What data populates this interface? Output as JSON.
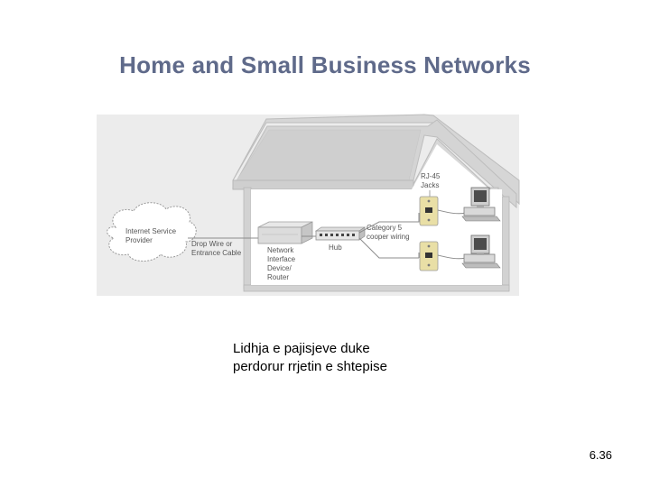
{
  "slide": {
    "title": "Home and Small Business Networks",
    "caption_line1": "Lidhja e pajisjeve duke",
    "caption_line2": "perdorur rrjetin e shtepise",
    "page_number": "6.36"
  },
  "diagram": {
    "isp_line1": "Internet Service",
    "isp_line2": "Provider",
    "drop_line1": "Drop Wire or",
    "drop_line2": "Entrance Cable",
    "nid_line1": "Network",
    "nid_line2": "Interface",
    "nid_line3": "Device/",
    "nid_line4": "Router",
    "hub_label": "Hub",
    "cat5_line1": "Category 5",
    "cat5_line2": "cooper wiring",
    "rj45_line1": "RJ-45",
    "rj45_line2": "Jacks"
  },
  "colors": {
    "title": "#5f6a8a",
    "diagram_background": "#ececec",
    "house_wall": "#d2d2d2",
    "house_fill": "#ffffff",
    "wall_plate": "#e9dfa6",
    "wiring": "#8c8c8c"
  }
}
